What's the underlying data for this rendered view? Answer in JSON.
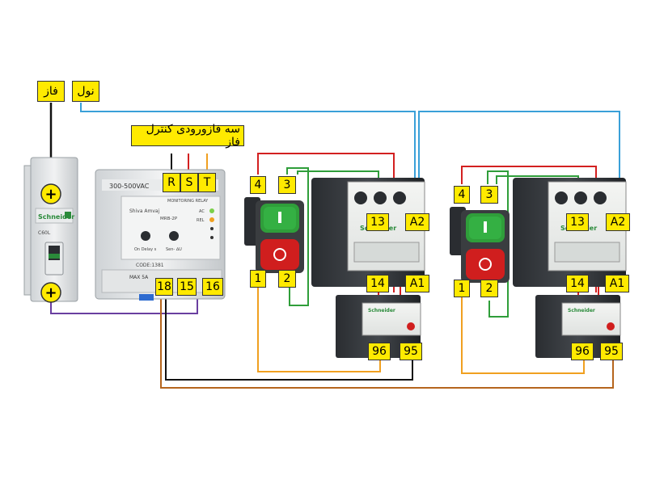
{
  "labels": {
    "phase": "فاز",
    "neutral": "نول",
    "three_phase_input": "سه فازورودی کنترل فاز"
  },
  "phase_terminals": [
    "R",
    "S",
    "T"
  ],
  "breaker": {
    "brand": "Schneider",
    "model": "C60L",
    "plus_top": "+",
    "plus_bottom": "+"
  },
  "relay": {
    "voltage": "300-500VAC",
    "title": "MONITORING RELAY",
    "brand": "Shiva Amvaj",
    "model": "MRB-2P",
    "on_delay": "On Delay s",
    "sens": "Sen- ∆U",
    "led_ac": "AC",
    "led_rel": "REL",
    "code": "CODE:1381",
    "max": "MAX 5A",
    "terminals": [
      "18",
      "15",
      "16"
    ]
  },
  "units": [
    {
      "button_labels": [
        "4",
        "3",
        "1",
        "2"
      ],
      "contactor_labels": [
        "13",
        "A2",
        "14",
        "A1"
      ],
      "overload_labels": [
        "96",
        "95"
      ],
      "brand": "Schneider"
    },
    {
      "button_labels": [
        "4",
        "3",
        "1",
        "2"
      ],
      "contactor_labels": [
        "13",
        "A2",
        "14",
        "A1"
      ],
      "overload_labels": [
        "96",
        "95"
      ],
      "brand": "Schneider"
    }
  ],
  "colors": {
    "phase_wire": "#111111",
    "neutral_wire": "#3aa0d8",
    "red_wire": "#d32020",
    "green_wire": "#2f9e3a",
    "orange_wire": "#f0a020",
    "purple_wire": "#6a3fa0",
    "brown_wire": "#b5651d",
    "label_bg": "#ffea00"
  }
}
